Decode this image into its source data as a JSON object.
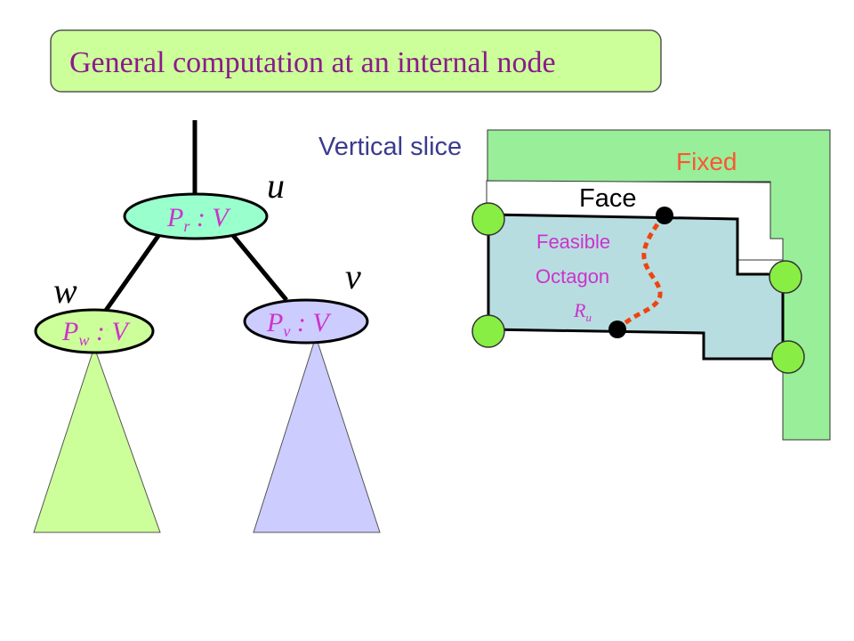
{
  "title": "General computation at an internal node",
  "vertical_slice_label": "Vertical slice",
  "fixed_label": "Fixed",
  "face_label": "Face",
  "feasible_label_line1": "Feasible",
  "feasible_label_line2": "Octagon",
  "feasible_label_line3": "R",
  "feasible_label_line3_sub": "u",
  "node_u": {
    "letter": "u",
    "label_main": "P",
    "label_sub": "r",
    "label_rest": " : V"
  },
  "node_w": {
    "letter": "w",
    "label_main": "P",
    "label_sub": "w",
    "label_rest": " : V"
  },
  "node_v": {
    "letter": "v",
    "label_main": "P",
    "label_sub": "v",
    "label_rest": " : V"
  },
  "colors": {
    "title_box_fill": "#ccff99",
    "node_u_fill": "#99ffcc",
    "node_w_fill": "#ccff99",
    "node_v_fill": "#ccccff",
    "triangle_w_fill": "#ccff99",
    "triangle_v_fill": "#ccccff",
    "fixed_region_fill": "#99ee99",
    "octagon_fill": "#b8dde0",
    "vertex_green": "#88ee44",
    "curve_orange": "#ee4411"
  }
}
